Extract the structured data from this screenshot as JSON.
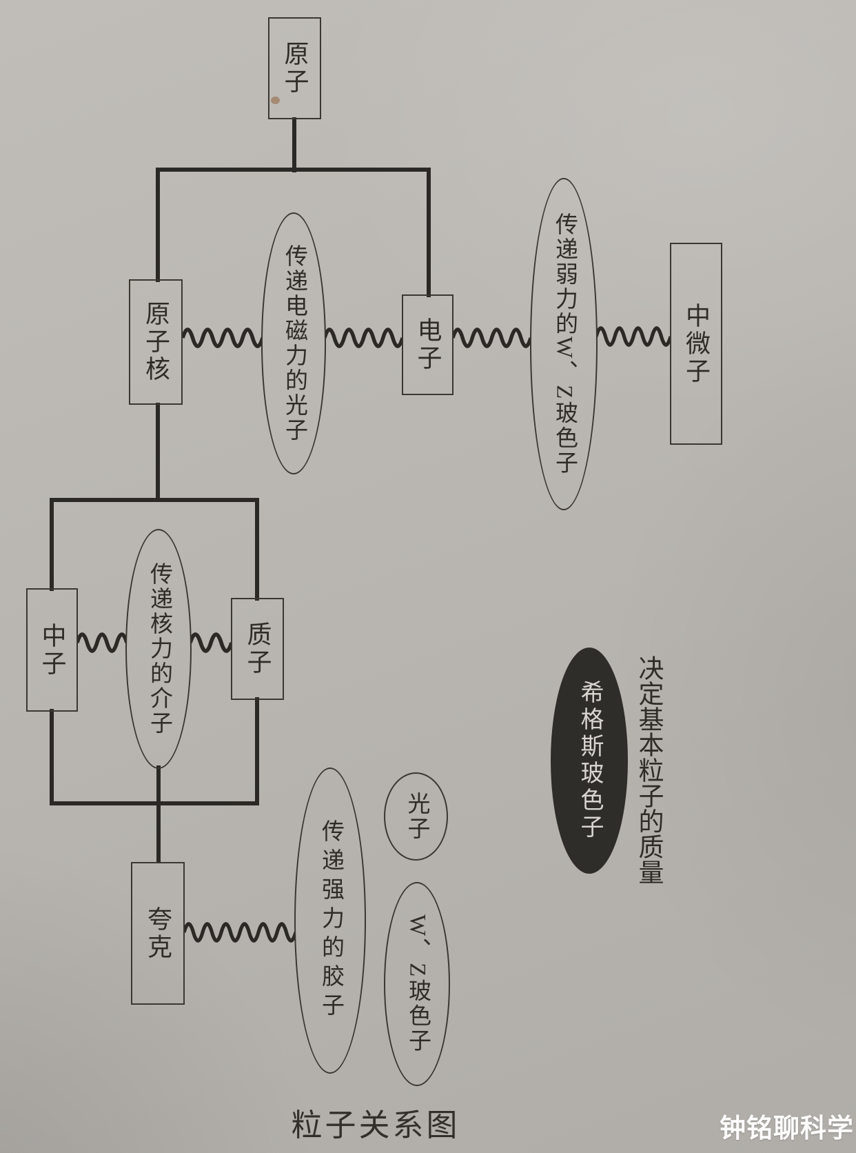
{
  "diagram": {
    "caption": "粒子关系图",
    "watermark": "钟铭聊科学",
    "nodes": {
      "atom": "原子",
      "nucleus": "原子核",
      "electron": "电子",
      "neutrino": "中微子",
      "neutron": "中子",
      "proton": "质子",
      "quark": "夸克"
    },
    "carriers": {
      "em_photon": "传递电磁力的光子",
      "weak_wz": "传递弱力的W、Z玻色子",
      "nuclear_meson": "传递核力的介子",
      "strong_gluon": "传递强力的胶子",
      "photon": "光子",
      "wz_boson": "W、Z玻色子",
      "higgs": "希格斯玻色子"
    },
    "notes": {
      "higgs_mass": "决定基本粒子的质量"
    },
    "colors": {
      "paper": "#b9b6b1",
      "ink": "#2b2925",
      "higgs_fill": "#2e2d29",
      "higgs_text": "#d8d5d0",
      "watermark": "#ffffff"
    }
  }
}
